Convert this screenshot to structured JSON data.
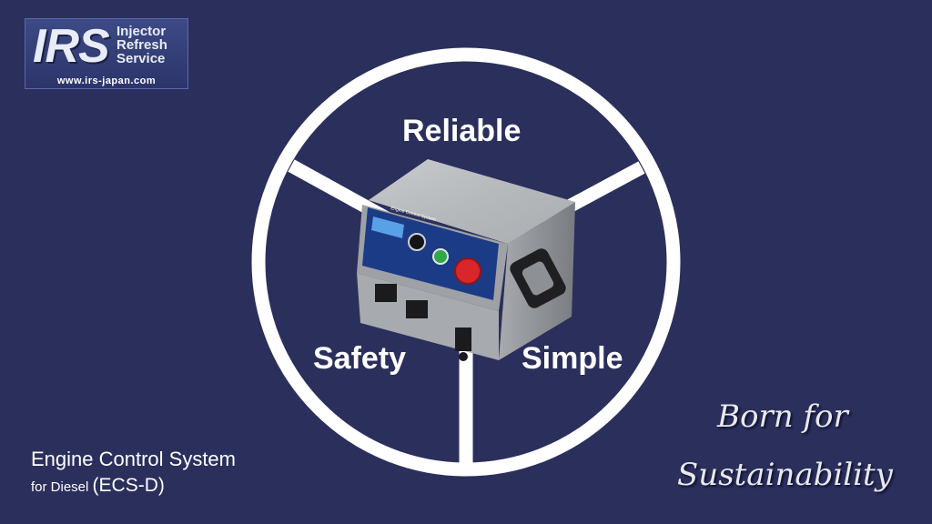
{
  "logo": {
    "mark": "IRS",
    "line1": "Injector",
    "line2": "Refresh",
    "line3": "Service",
    "url": "www.irs-japan.com"
  },
  "wheel": {
    "top": "Reliable",
    "left": "Safety",
    "right": "Simple"
  },
  "device": {
    "panel_label": "Engine Control System"
  },
  "caption": {
    "line1": "Engine Control System",
    "line2_prefix": "for Diesel ",
    "line2_code": "(ECS-D)"
  },
  "tagline": {
    "line1": "Born for",
    "line2": "Sustainability"
  },
  "colors": {
    "background": "#2b2f5c",
    "wheel": "#ffffff",
    "button_green": "#2fa84a",
    "button_red": "#d8262a"
  },
  "icons": [
    "power-button-icon",
    "emergency-stop-icon",
    "rotary-knob-icon"
  ]
}
